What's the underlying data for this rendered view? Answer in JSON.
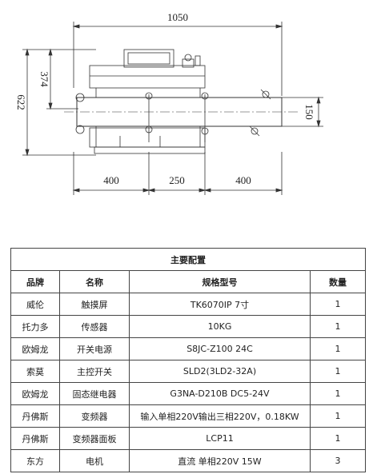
{
  "drawing": {
    "dims": {
      "overall_length": "1050",
      "height_total": "622",
      "height_upper": "374",
      "diameter": "150",
      "seg1": "400",
      "seg2": "250",
      "seg3": "400"
    }
  },
  "table": {
    "title": "主要配置",
    "headers": [
      "品牌",
      "名称",
      "规格型号",
      "数量"
    ],
    "rows": [
      [
        "威伦",
        "触摸屏",
        "TK6070IP 7寸",
        "1"
      ],
      [
        "托力多",
        "传感器",
        "10KG",
        "1"
      ],
      [
        "欧姆龙",
        "开关电源",
        "S8JC-Z100  24C",
        "1"
      ],
      [
        "索莫",
        "主控开关",
        "SLD2(3LD2-32A)",
        "1"
      ],
      [
        "欧姆龙",
        "固态继电器",
        "G3NA-D210B  DC5-24V",
        "1"
      ],
      [
        "丹佛斯",
        "变频器",
        "输入单相220V输出三相220V，0.18KW",
        "1"
      ],
      [
        "丹佛斯",
        "变频器面板",
        "LCP11",
        "1"
      ],
      [
        "东方",
        "电机",
        "直流  单相220V  15W",
        "3"
      ]
    ]
  }
}
